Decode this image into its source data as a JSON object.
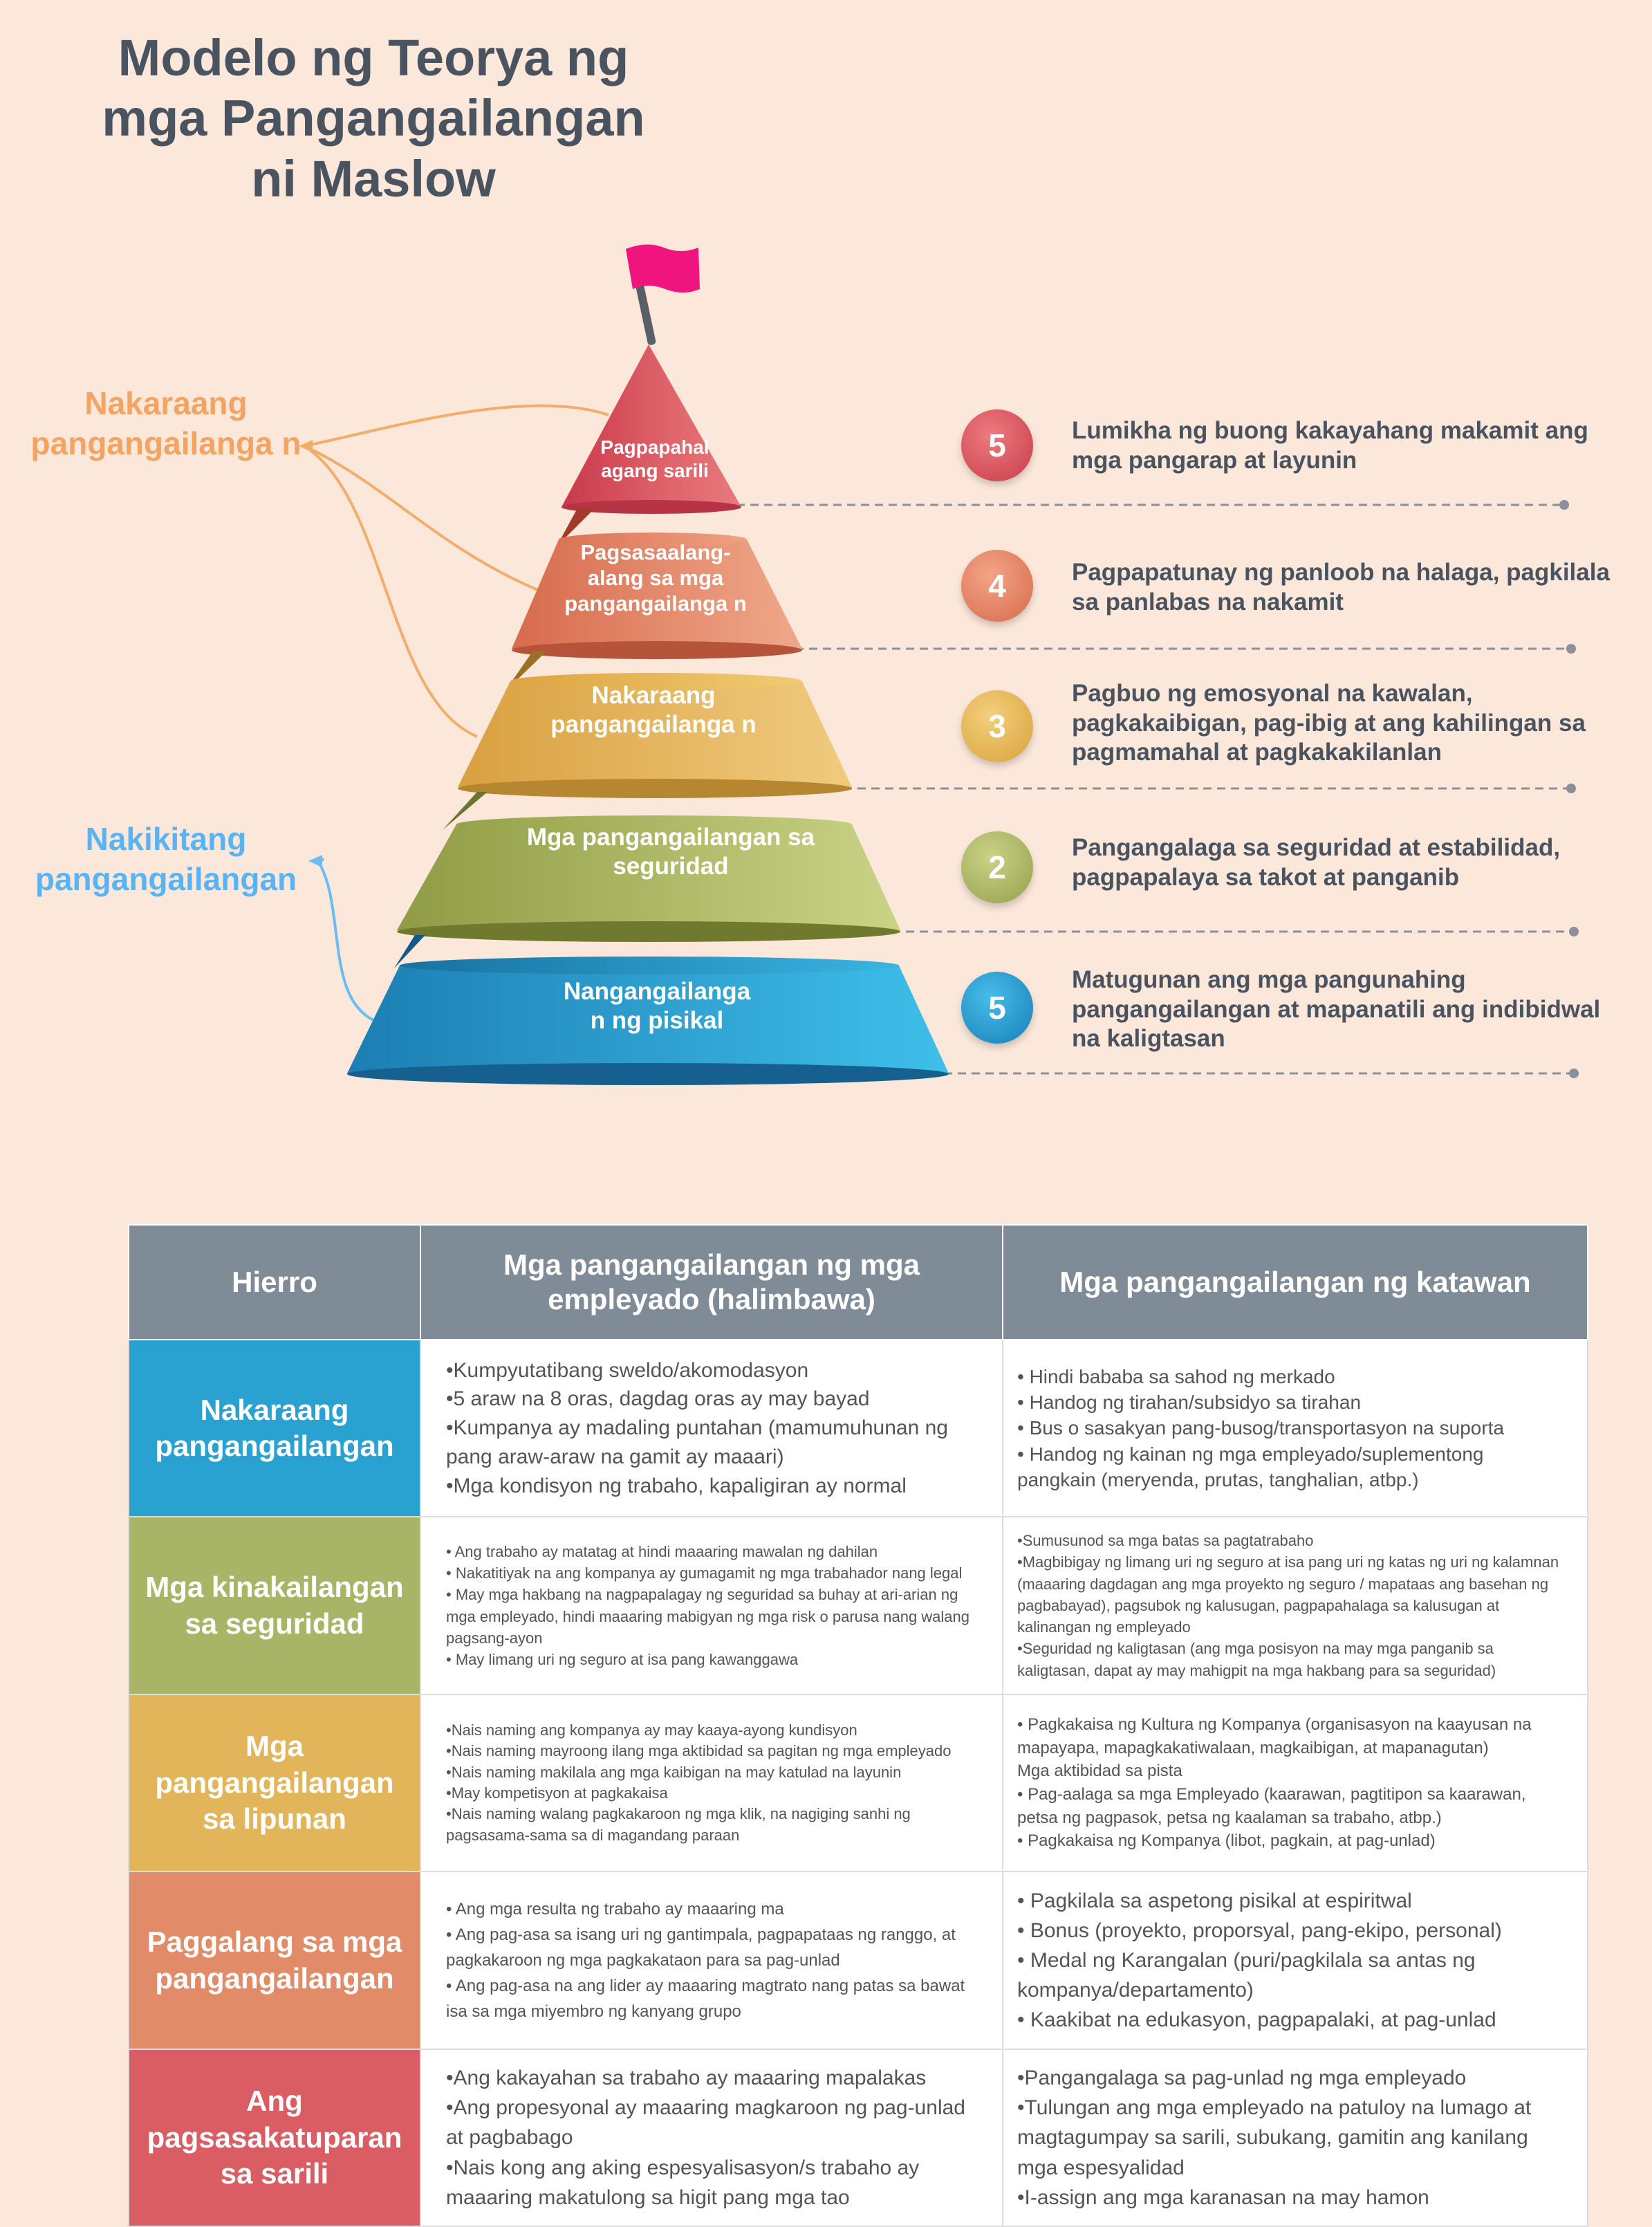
{
  "title": {
    "line1": "Modelo ng Teorya ng",
    "line2": "mga Pangangailangan",
    "line3": "ni Maslow"
  },
  "side_labels": {
    "past": "Nakaraang pangangailanga n",
    "visible": "Nakikitang pangangailangan"
  },
  "pyramid": {
    "tiers": [
      {
        "label": "Pagpapahal agang sarili",
        "badge": "5",
        "badge_color": "#d9515b",
        "color": "#e05a5d",
        "description": "Lumikha ng buong kakayahang makamit ang mga pangarap at layunin"
      },
      {
        "label": "Pagsasaalang-alang sa mga pangangailanga n",
        "badge": "4",
        "badge_color": "#e47e5e",
        "color": "#ec8c6a",
        "description": "Pagpapatunay ng panloob na halaga, pagkilala sa panlabas na nakamit"
      },
      {
        "label": "Nakaraang pangangailanga n",
        "badge": "3",
        "badge_color": "#e3b34d",
        "color": "#e7b75a",
        "description": "Pagbuo ng emosyonal na kawalan, pagkakaibigan, pag-ibig at ang kahilingan sa pagmamahal at pagkakakilanlan"
      },
      {
        "label": "Mga pangangailangan sa seguridad",
        "badge": "2",
        "badge_color": "#a5b05f",
        "color": "#a9b565",
        "description": "Pangangalaga sa seguridad at estabilidad, pagpapalaya sa takot at panganib"
      },
      {
        "label": "Nangangailanga n ng pisikal",
        "badge": "5",
        "badge_color": "#1e90c4",
        "color": "#2a9fd4",
        "description": "Matugunan ang mga pangunahing pangangailangan at mapanatili ang indibidwal na kaligtasan"
      }
    ]
  },
  "table": {
    "headers": [
      "Hierro",
      "Mga pangangailangan ng mga empleyado (halimbawa)",
      "Mga pangangailangan ng katawan"
    ],
    "rows": [
      {
        "label": "Nakaraang pangangailangan",
        "color": "#29a2d1",
        "employee": [
          "•Kumpyutatibang sweldo/akomodasyon",
          "•5 araw na 8 oras, dagdag oras ay may bayad",
          "•Kumpanya ay madaling puntahan (mamumuhunan ng pang araw-araw na gamit ay maaari)",
          "•Mga kondisyon ng trabaho, kapaligiran ay normal"
        ],
        "body": [
          "• Hindi bababa sa sahod ng merkado",
          "• Handog ng tirahan/subsidyo sa tirahan",
          "• Bus o sasakyan pang-busog/transportasyon na suporta",
          "• Handog ng kainan ng mga empleyado/suplementong pangkain (meryenda, prutas, tanghalian, atbp.)"
        ]
      },
      {
        "label": "Mga kinakailangan sa seguridad",
        "color": "#a9b566",
        "employee": [
          "• Ang trabaho ay matatag at hindi maaaring mawalan ng dahilan",
          "• Nakatitiyak na ang kompanya ay gumagamit ng mga trabahador nang legal",
          "• May mga hakbang na nagpapalagay ng seguridad sa buhay at ari-arian ng mga empleyado, hindi maaaring mabigyan ng mga risk o parusa nang walang pagsang-ayon",
          "• May limang uri ng seguro at isa pang kawanggawa"
        ],
        "body": [
          "•Sumusunod sa mga batas sa pagtatrabaho",
          "•Magbibigay ng limang uri ng seguro at isa pang uri ng katas ng uri ng kalamnan (maaaring dagdagan ang mga proyekto ng seguro / mapataas ang basehan ng pagbabayad), pagsubok ng kalusugan, pagpapahalaga sa kalusugan at kalinangan ng empleyado",
          "•Seguridad ng kaligtasan (ang mga posisyon na may mga panganib sa kaligtasan, dapat ay may mahigpit na mga hakbang para sa seguridad)"
        ]
      },
      {
        "label": "Mga pangangailangan sa lipunan",
        "color": "#e2b55b",
        "employee": [
          "•Nais naming ang kompanya ay may kaaya-ayong kundisyon",
          "•Nais naming mayroong ilang mga aktibidad sa pagitan ng mga empleyado",
          "•Nais naming makilala ang mga kaibigan na may katulad na layunin",
          "•May kompetisyon at pagkakaisa",
          "•Nais naming walang pagkakaroon ng mga klik, na nagiging sanhi ng pagsasama-sama sa di magandang paraan"
        ],
        "body": [
          "• Pagkakaisa ng Kultura ng Kompanya (organisasyon na kaayusan na mapayapa, mapagkakatiwalaan, magkaibigan, at mapanagutan)",
          "Mga aktibidad sa pista",
          "• Pag-aalaga sa mga Empleyado (kaarawan, pagtitipon sa kaarawan, petsa ng pagpasok, petsa ng kaalaman sa trabaho, atbp.)",
          "• Pagkakaisa ng Kompanya (libot, pagkain, at pag-unlad)"
        ]
      },
      {
        "label": "Paggalang sa mga pangangailangan",
        "color": "#e28b69",
        "employee": [
          "• Ang mga resulta ng trabaho ay maaaring ma",
          "• Ang pag-asa sa isang uri ng gantimpala, pagpapataas ng ranggo, at pagkakaroon ng mga pagkakataon para sa pag-unlad",
          "• Ang pag-asa na ang lider ay maaaring magtrato nang patas sa bawat isa sa mga miyembro ng kanyang grupo"
        ],
        "body": [
          "• Pagkilala sa aspetong pisikal at espiritwal",
          "• Bonus (proyekto, proporsyal, pang-ekipo, personal)",
          "• Medal ng Karangalan (puri/pagkilala sa antas ng kompanya/departamento)",
          "• Kaakibat na edukasyon, pagpapalaki, at pag-unlad"
        ]
      },
      {
        "label": "Ang pagsasakatuparan sa sarili",
        "color": "#d95d62",
        "employee": [
          "•Ang kakayahan sa trabaho ay maaaring mapalakas",
          "•Ang propesyonal ay maaaring magkaroon ng pag-unlad at pagbabago",
          "•Nais kong ang aking espesyalisasyon/s trabaho ay maaaring makatulong sa higit pang mga tao"
        ],
        "body": [
          "•Pangangalaga sa pag-unlad ng mga empleyado",
          "•Tulungan ang mga empleyado na patuloy na lumago at magtagumpay sa sarili, subukang, gamitin ang kanilang mga espesyalidad",
          "•I-assign ang mga karanasan na may hamon"
        ]
      }
    ]
  }
}
